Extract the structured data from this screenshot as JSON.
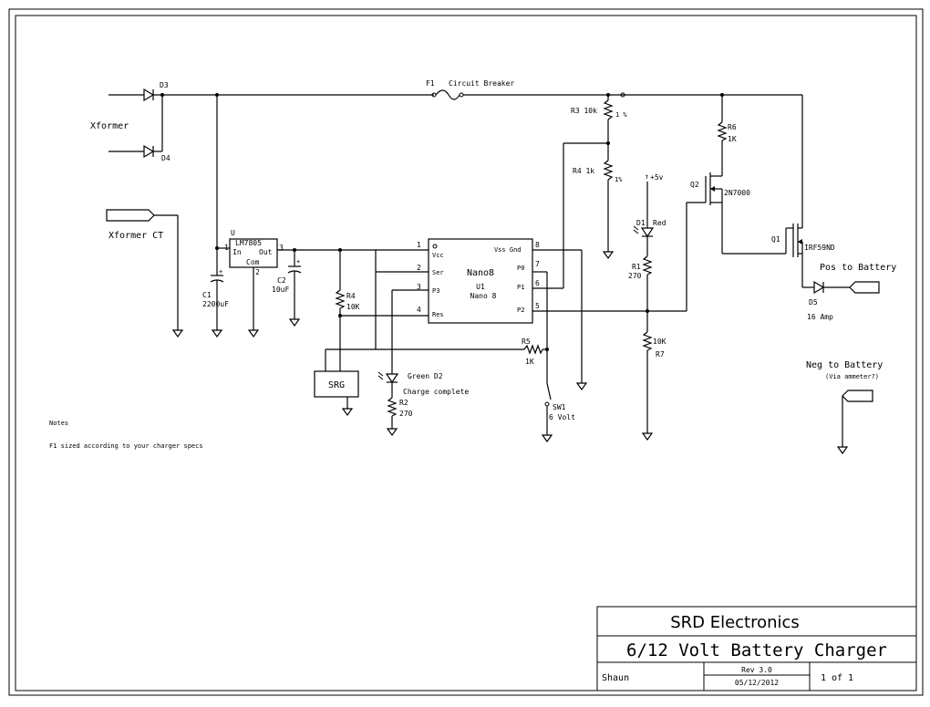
{
  "title_block": {
    "company": "SRD Electronics",
    "title": "6/12 Volt Battery Charger",
    "author": "Shaun",
    "rev": "Rev 3.0",
    "date": "05/12/2012",
    "sheet": "1 of 1"
  },
  "notes": {
    "heading": "Notes",
    "line1": "F1 sized according to your charger specs"
  },
  "labels": {
    "xformer": "Xformer",
    "xformer_ct": "Xformer CT",
    "d3": "D3",
    "d4": "D4",
    "f1": "F1",
    "f1_desc": "Circuit Breaker",
    "c1": "C1",
    "c1_val": "2200uF",
    "c2": "C2",
    "c2_val": "10uF",
    "u_ref": "U",
    "lm7805": "LM7805",
    "pin_in": "In",
    "pin_out": "Out",
    "pin_com": "Com",
    "reg_pin1": "1",
    "reg_pin2": "2",
    "reg_pin3": "3",
    "r4a": "R4",
    "r4a_val": "10K",
    "srg": "SRG",
    "u1_name": "Nano8",
    "u1_ref": "U1",
    "u1_part": "Nano 8",
    "u1_vcc": "Vcc",
    "u1_ser": "Ser",
    "u1_p3": "P3",
    "u1_res": "Res",
    "u1_vss": "Vss Gnd",
    "u1_p0": "P0",
    "u1_p1": "P1",
    "u1_p2": "P2",
    "pin1": "1",
    "pin2": "2",
    "pin3": "3",
    "pin4": "4",
    "pin5": "5",
    "pin6": "6",
    "pin7": "7",
    "pin8": "8",
    "r5": "R5",
    "r5_val": "1K",
    "d2": "Green D2",
    "d2_desc": "Charge complete",
    "r2": "R2",
    "r2_val": "270",
    "sw1": "SW1",
    "sw1_desc": "6 Volt",
    "r3": "R3 10k",
    "r3_tol": "1 %",
    "r4b": "R4  1k",
    "r4b_tol": "1%",
    "plus5v": "+5v",
    "d1": "D1",
    "d1_color": "Red",
    "r1": "R1",
    "r1_val": "270",
    "r7_val": "10K",
    "r7": "R7",
    "r6": "R6",
    "r6_val": "1K",
    "q2": "Q2",
    "q2_part": "2N7000",
    "q1": "Q1",
    "q1_part": "IRF59ND",
    "pos_batt": "Pos to Battery",
    "d5": "D5",
    "d5_desc": "16 Amp",
    "neg_batt": "Neg to Battery",
    "neg_batt_sub": "(Via ammeter?)"
  }
}
